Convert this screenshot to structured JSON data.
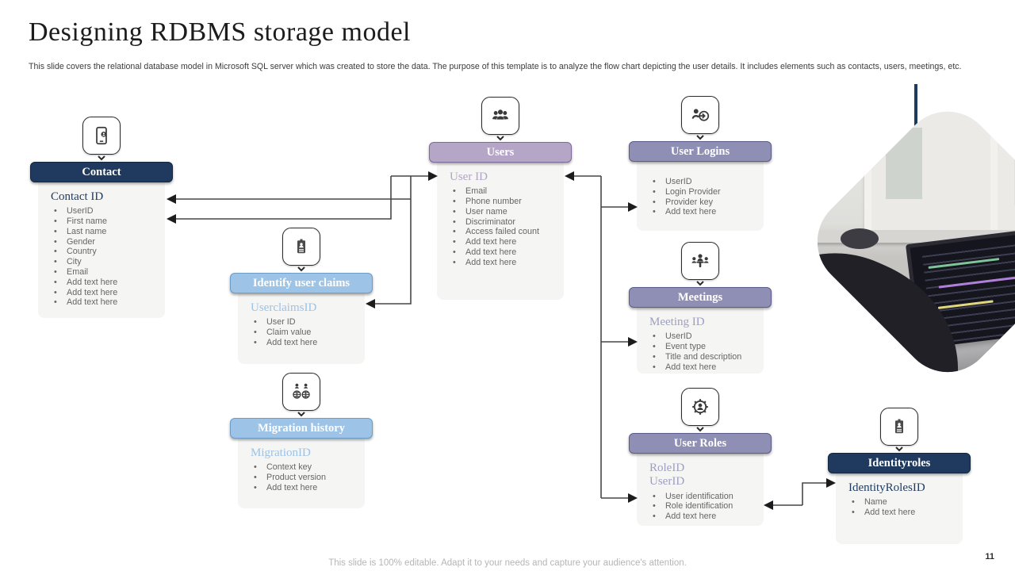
{
  "slide": {
    "title": "Designing RDBMS storage model",
    "subtitle": "This slide covers the relational database model  in Microsoft SQL  server which was created to store the data. The  purpose of this template  is to analyze the  flow chart depicting the user details.  It  includes elements  such as contacts, users, meetings, etc.",
    "footer": "This slide is 100% editable. Adapt it to your needs and capture your audience's attention.",
    "page_number": "11"
  },
  "colors": {
    "navy": "#1f3a5e",
    "purple": "#b5a6c8",
    "slate": "#8f8fb6",
    "light_blue": "#9dc3e6",
    "body_bg": "#f5f5f4",
    "bullet_text": "#666666",
    "connector": "#474747",
    "accent_line": "#1e3a5c"
  },
  "entities": [
    {
      "id": "contact",
      "title": "Contact",
      "theme": "navy",
      "icon": "mobile-contact-icon",
      "key_fields": [
        "Contact ID"
      ],
      "fields": [
        "UserID",
        "First name",
        "Last name",
        "Gender",
        "Country",
        "City",
        "Email",
        "Add text here",
        "Add text here",
        "Add text here"
      ]
    },
    {
      "id": "users",
      "title": "Users",
      "theme": "purple",
      "icon": "users-group-icon",
      "key_fields": [
        "User ID"
      ],
      "fields": [
        "Email",
        "Phone  number",
        "User name",
        "Discriminator",
        "Access failed count",
        "Add text here",
        "Add text here",
        "Add text here"
      ]
    },
    {
      "id": "user-logins",
      "title": "User Logins",
      "theme": "slate",
      "icon": "user-login-icon",
      "key_fields": [],
      "fields": [
        "UserID",
        "Login Provider",
        "Provider key",
        "Add text here"
      ]
    },
    {
      "id": "identify-user-claims",
      "title": "Identify user claims",
      "theme": "blue",
      "icon": "id-card-icon",
      "key_fields": [
        "UserclaimsID"
      ],
      "fields": [
        "User ID",
        "Claim  value",
        "Add text here"
      ]
    },
    {
      "id": "migration-history",
      "title": "Migration history",
      "theme": "blue",
      "icon": "people-globe-icon",
      "key_fields": [
        "MigrationID"
      ],
      "fields": [
        "Context key",
        "Product version",
        "Add text here"
      ]
    },
    {
      "id": "meetings",
      "title": "Meetings",
      "theme": "slate",
      "icon": "meeting-icon",
      "key_fields": [
        "Meeting ID"
      ],
      "fields": [
        "UserID",
        "Event type",
        "Title  and description",
        "Add text here"
      ]
    },
    {
      "id": "user-roles",
      "title": "User Roles",
      "theme": "slate",
      "icon": "user-gear-icon",
      "key_fields": [
        "RoleID",
        "UserID"
      ],
      "fields": [
        "User identification",
        "Role  identification",
        "Add text here"
      ]
    },
    {
      "id": "identityroles",
      "title": "Identityroles",
      "theme": "navy",
      "icon": "id-badge-icon",
      "key_fields": [
        "IdentityRolesID"
      ],
      "fields": [
        "Name",
        "Add text here"
      ]
    }
  ]
}
